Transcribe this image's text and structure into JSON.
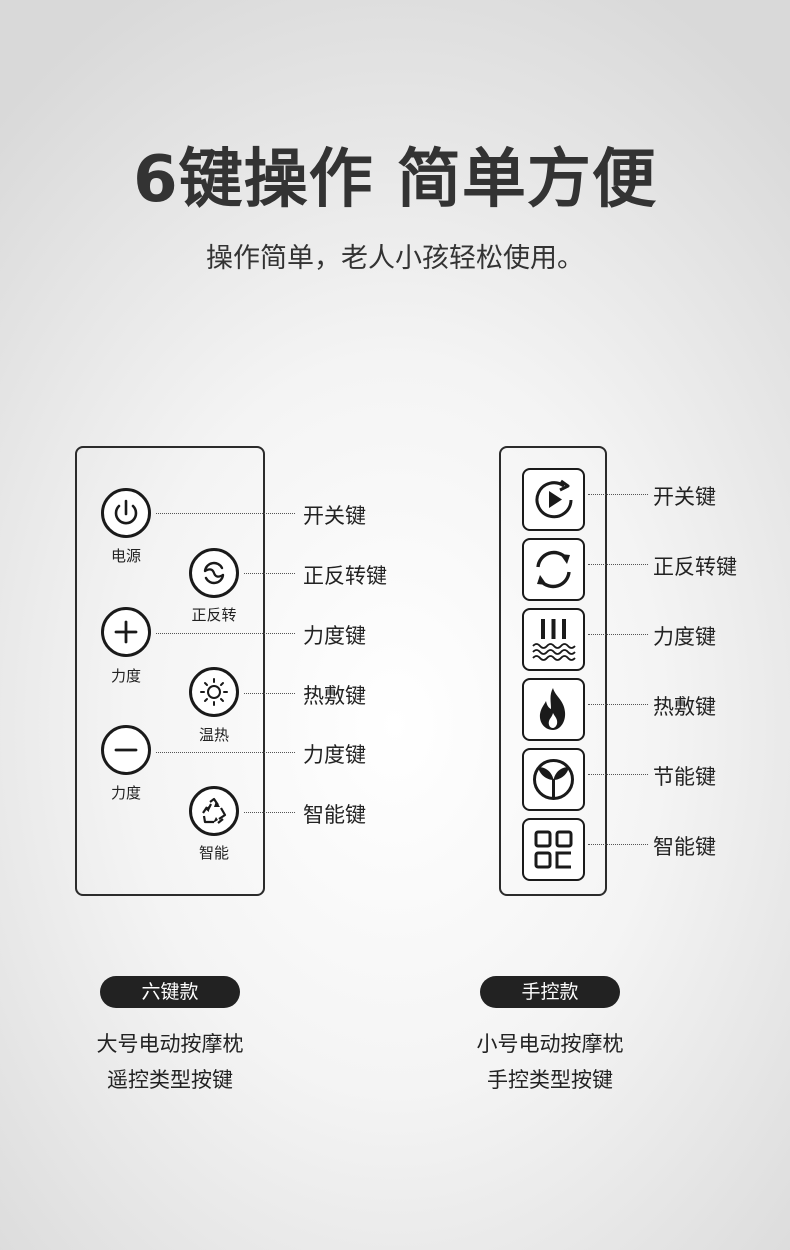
{
  "header": {
    "title": "6键操作 简单方便",
    "subtitle": "操作简单，老人小孩轻松使用。"
  },
  "six_key_remote": {
    "buttons": [
      {
        "icon": "power-icon",
        "label": "电源"
      },
      {
        "icon": "rotate-icon",
        "label": "正反转"
      },
      {
        "icon": "plus-icon",
        "label": "力度"
      },
      {
        "icon": "sun-icon",
        "label": "温热"
      },
      {
        "icon": "minus-icon",
        "label": "力度"
      },
      {
        "icon": "recycle-icon",
        "label": "智能"
      }
    ],
    "callouts": [
      "开关键",
      "正反转键",
      "力度键",
      "热敷键",
      "力度键",
      "智能键"
    ],
    "tag": "六键款",
    "caption_line1": "大号电动按摩枕",
    "caption_line2": "遥控类型按键"
  },
  "hand_control": {
    "buttons": [
      {
        "icon": "play-icon"
      },
      {
        "icon": "cycle-arrows-icon"
      },
      {
        "icon": "heat-waves-icon"
      },
      {
        "icon": "flame-icon"
      },
      {
        "icon": "eco-sprout-icon"
      },
      {
        "icon": "grid-icon"
      }
    ],
    "callouts": [
      "开关键",
      "正反转键",
      "力度键",
      "热敷键",
      "节能键",
      "智能键"
    ],
    "tag": "手控款",
    "caption_line1": "小号电动按摩枕",
    "caption_line2": "手控类型按键"
  },
  "colors": {
    "ink": "#1a1a1a",
    "pill": "#222222"
  }
}
